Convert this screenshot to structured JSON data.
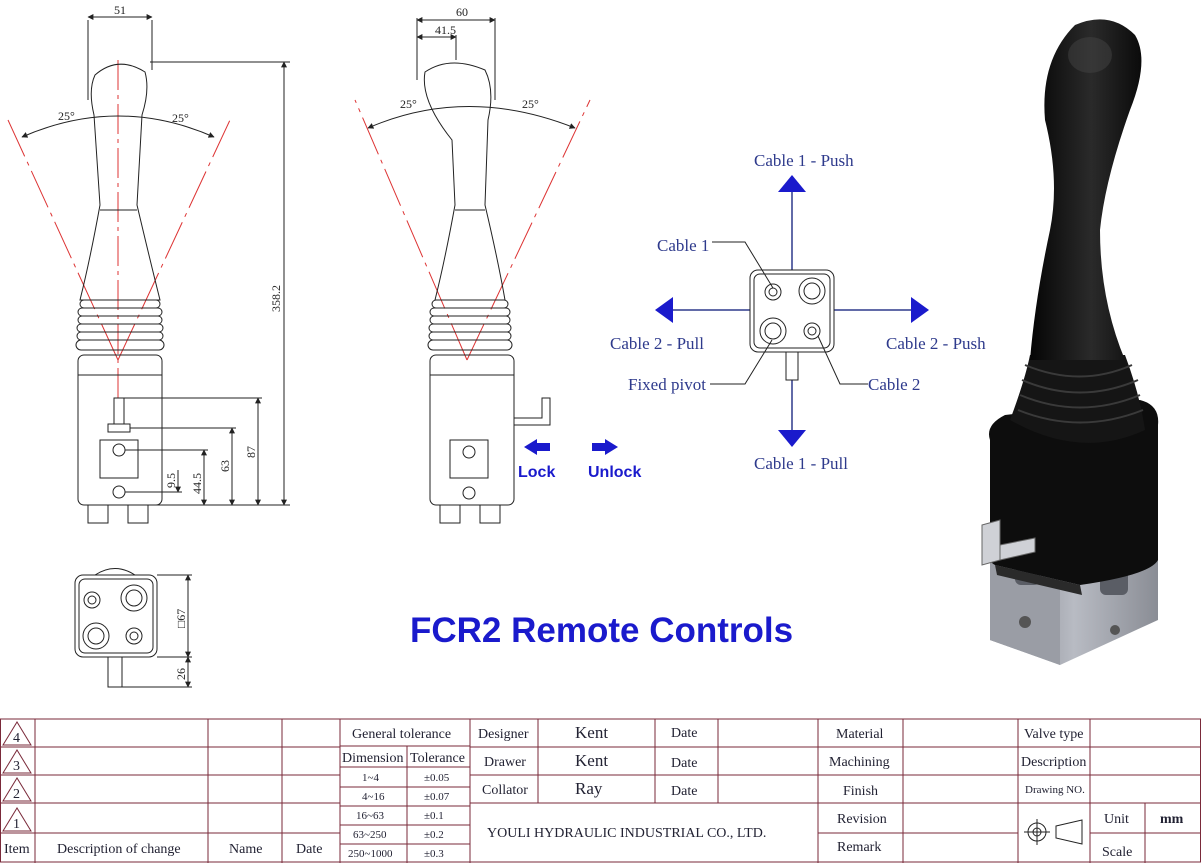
{
  "drawing_title": "FCR2 Remote Controls",
  "front_view": {
    "dims": {
      "width": "51",
      "angle_left": "25°",
      "angle_right": "25°",
      "total_height": "358.2",
      "d87": "87",
      "d63": "63",
      "d44": "44.5",
      "d9": "9.5"
    }
  },
  "side_view": {
    "dims": {
      "width_outer": "60",
      "width_inner": "41.5",
      "angle_left": "25°",
      "angle_right": "25°"
    },
    "lock_label": "Lock",
    "unlock_label": "Unlock"
  },
  "bottom_view": {
    "dims": {
      "square": "□67",
      "stem": "26"
    }
  },
  "cable_diagram": {
    "top": "Cable 1 - Push",
    "bottom": "Cable 1 - Pull",
    "left": "Cable 2 - Pull",
    "right": "Cable 2 - Push",
    "cable1": "Cable 1",
    "cable2": "Cable 2",
    "pivot": "Fixed pivot"
  },
  "title_block": {
    "revisions": [
      {
        "item": "4"
      },
      {
        "item": "3"
      },
      {
        "item": "2"
      },
      {
        "item": "1"
      }
    ],
    "rev_header": {
      "item": "Item",
      "desc": "Description of change",
      "name": "Name",
      "date": "Date"
    },
    "tolerance": {
      "header": "General tolerance",
      "col_dim": "Dimension",
      "col_tol": "Tolerance",
      "rows": [
        {
          "dim": "1~4",
          "tol": "±0.05"
        },
        {
          "dim": "4~16",
          "tol": "±0.07"
        },
        {
          "dim": "16~63",
          "tol": "±0.1"
        },
        {
          "dim": "63~250",
          "tol": "±0.2"
        },
        {
          "dim": "250~1000",
          "tol": "±0.3"
        }
      ]
    },
    "people": [
      {
        "role": "Designer",
        "name": "Kent",
        "date_label": "Date"
      },
      {
        "role": "Drawer",
        "name": "Kent",
        "date_label": "Date"
      },
      {
        "role": "Collator",
        "name": "Ray",
        "date_label": "Date"
      }
    ],
    "company": "YOULI HYDRAULIC INDUSTRIAL CO., LTD.",
    "props": [
      "Material",
      "Machining",
      "Finish",
      "Revision",
      "Remark"
    ],
    "right": {
      "valve_type": "Valve type",
      "description": "Description",
      "drawing_no": "Drawing NO.",
      "unit_label": "Unit",
      "unit_value": "mm",
      "scale_label": "Scale"
    }
  }
}
